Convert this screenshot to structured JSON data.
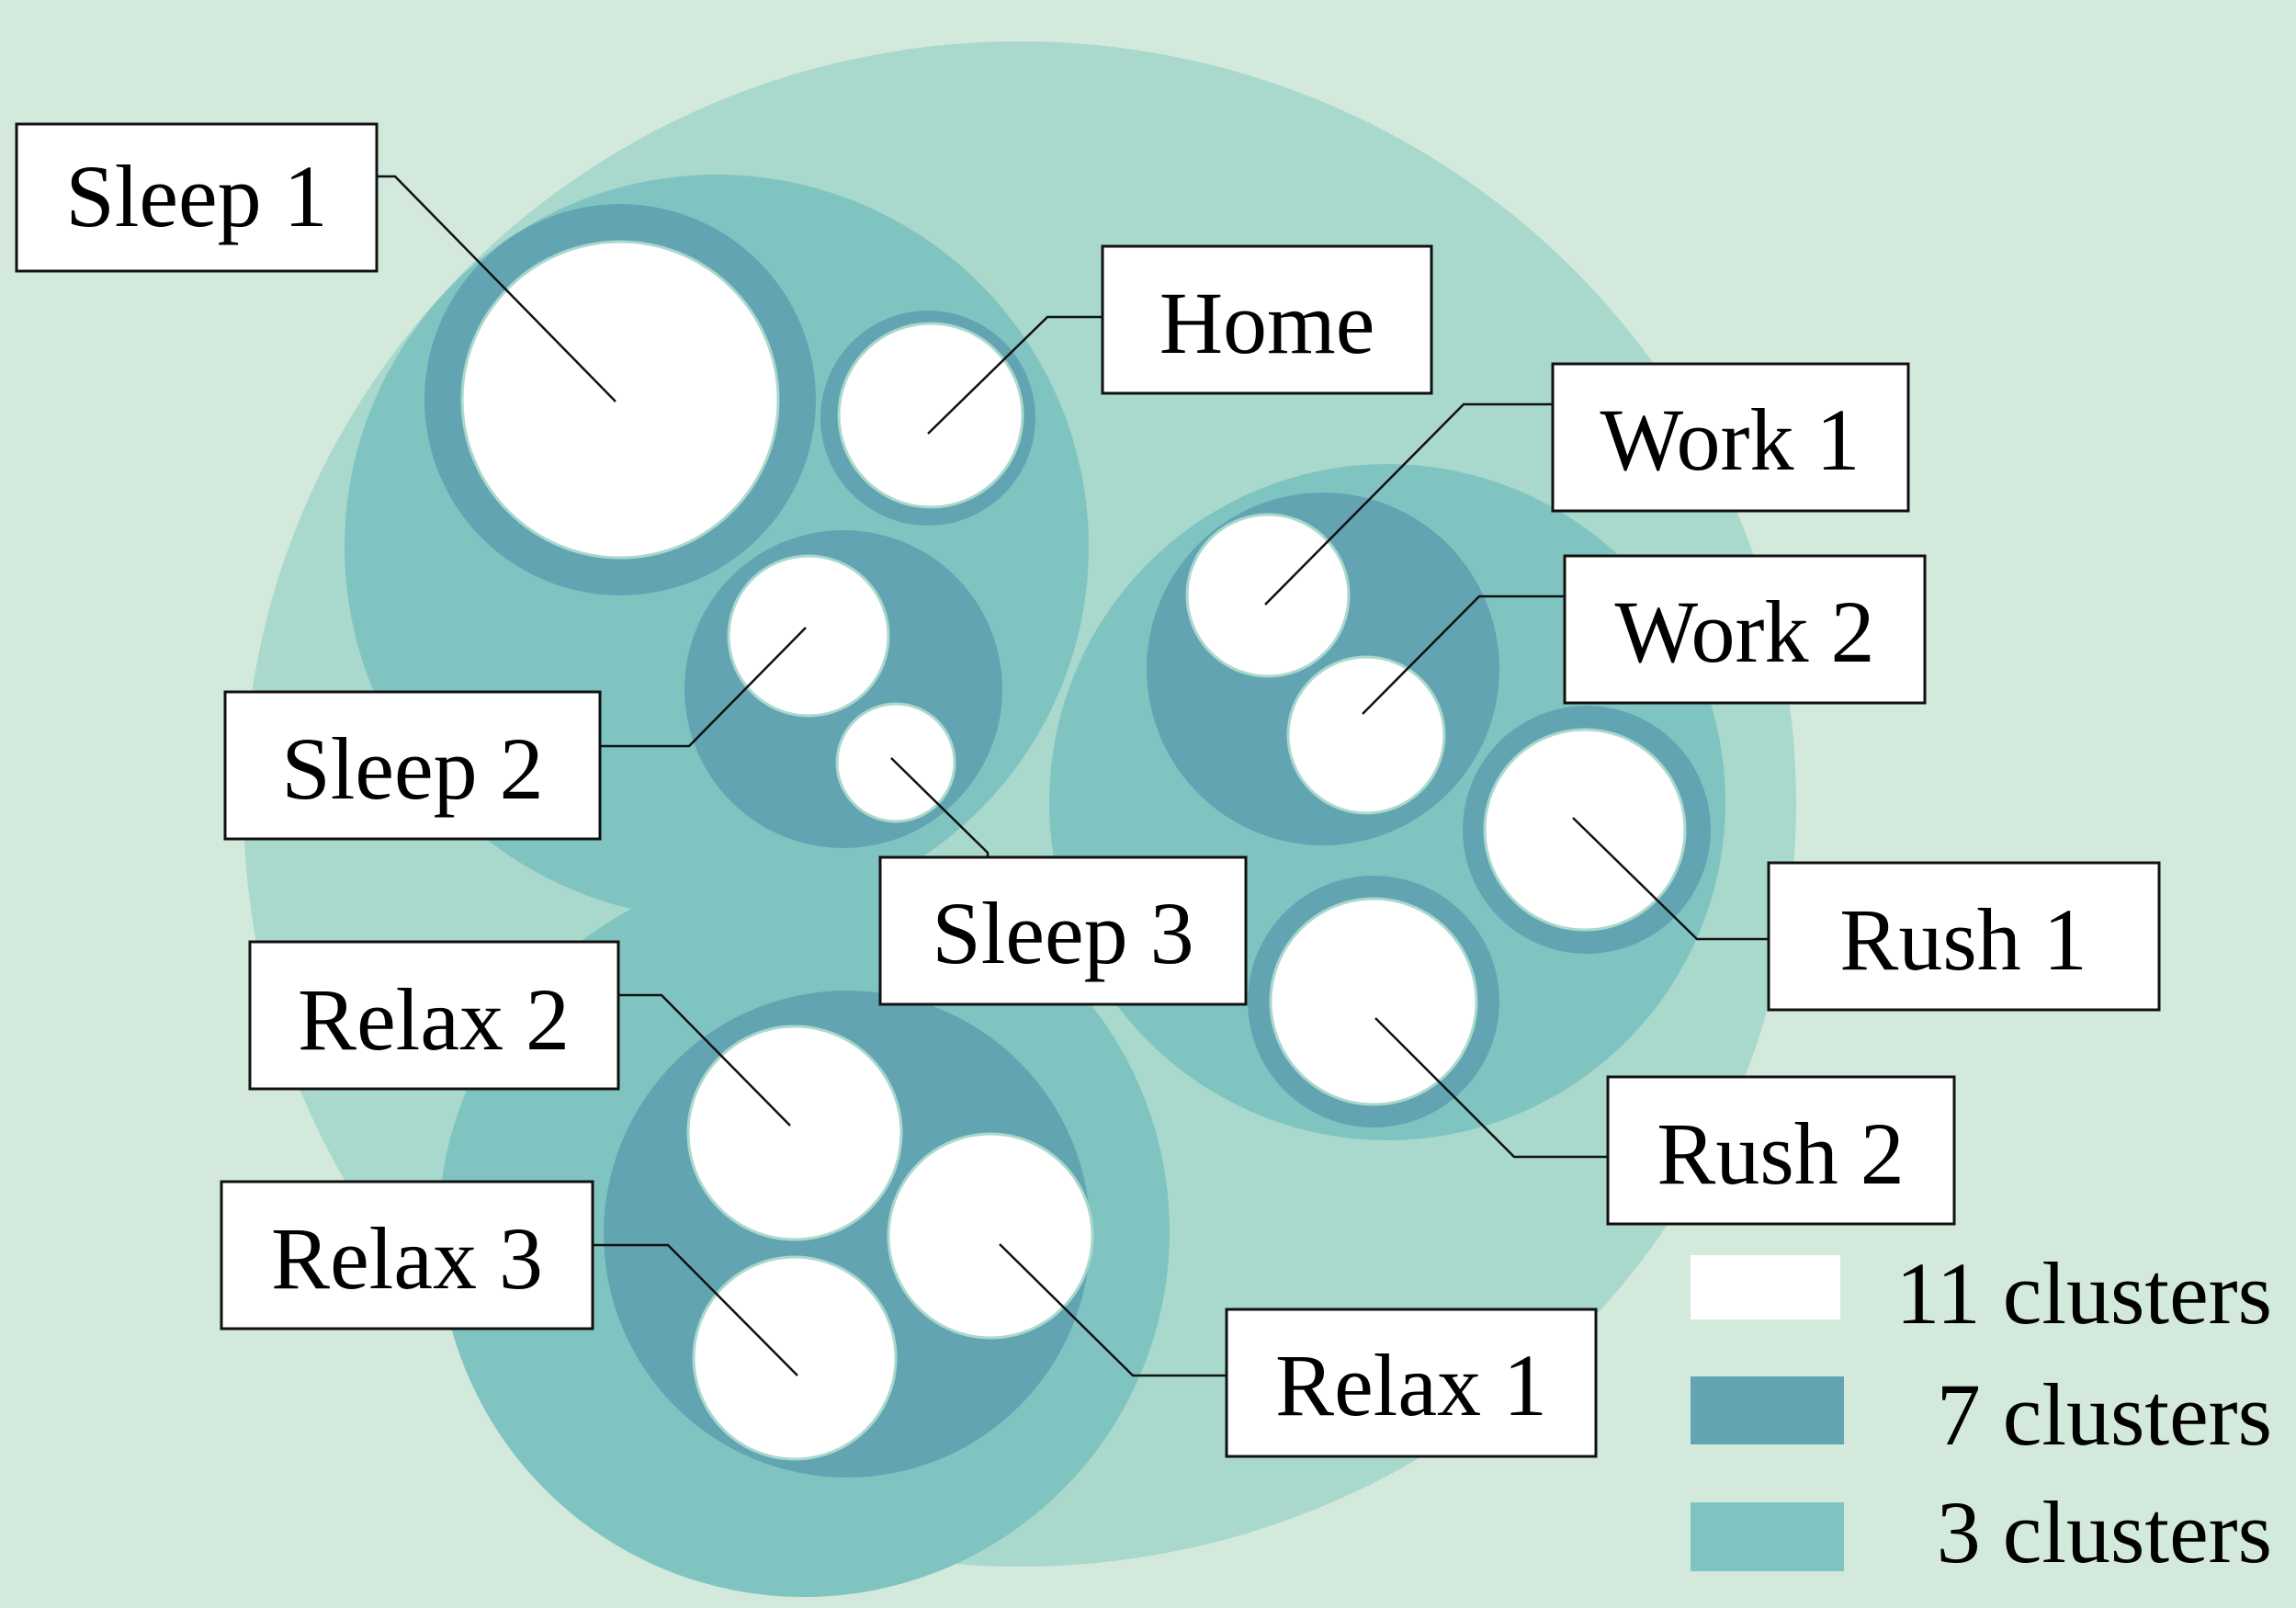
{
  "colors": {
    "background": "#d3e9dc",
    "outer_bubble": "#a9d8cc",
    "level_3_clusters": "#80c4c2",
    "level_7_clusters": "#63a4b3",
    "level_11_clusters": "#ffffff",
    "label_border": "#111111",
    "leader_line": "#111111"
  },
  "labels": {
    "sleep1": "Sleep 1",
    "home": "Home",
    "sleep2": "Sleep 2",
    "sleep3": "Sleep 3",
    "work1": "Work 1",
    "work2": "Work 2",
    "rush1": "Rush 1",
    "rush2": "Rush 2",
    "relax1": "Relax 1",
    "relax2": "Relax 2",
    "relax3": "Relax 3"
  },
  "legend": [
    {
      "label": "11 clusters",
      "color": "#ffffff"
    },
    {
      "label": "7 clusters",
      "color": "#63a4b3"
    },
    {
      "label": "3 clusters",
      "color": "#80c4c2"
    }
  ]
}
